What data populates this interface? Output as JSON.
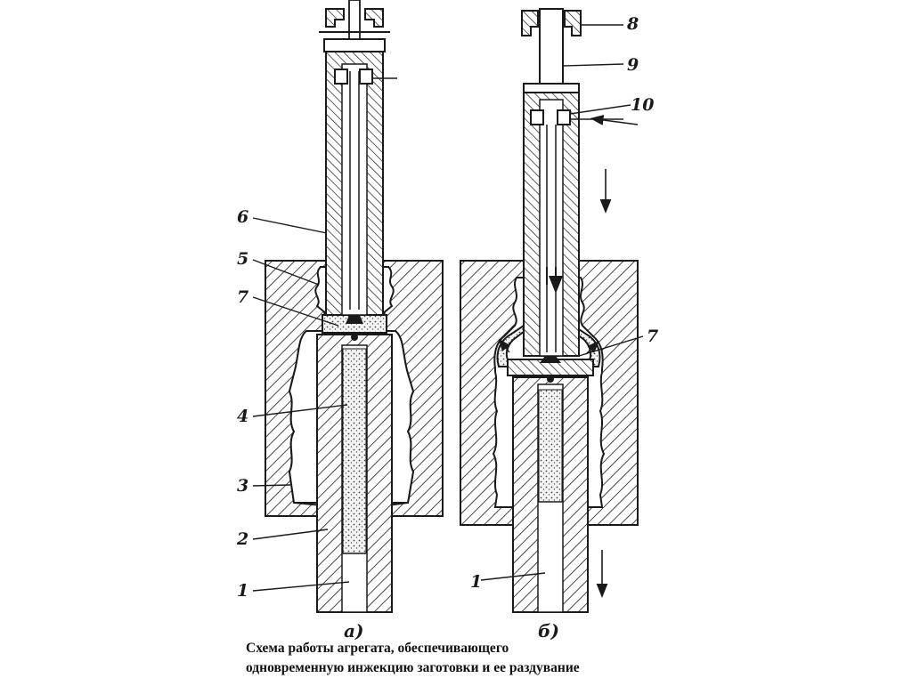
{
  "caption": {
    "line1": "Схема работы агрегата, обеспечивающего",
    "line2": "одновременную инжекцию заготовки и ее раздувание"
  },
  "panels": {
    "a": {
      "label": "а)"
    },
    "b": {
      "label": "б)"
    }
  },
  "callouts": {
    "a": [
      "6",
      "5",
      "7",
      "4",
      "3",
      "2",
      "1"
    ],
    "b": [
      "8",
      "9",
      "10",
      "7",
      "1"
    ]
  }
}
